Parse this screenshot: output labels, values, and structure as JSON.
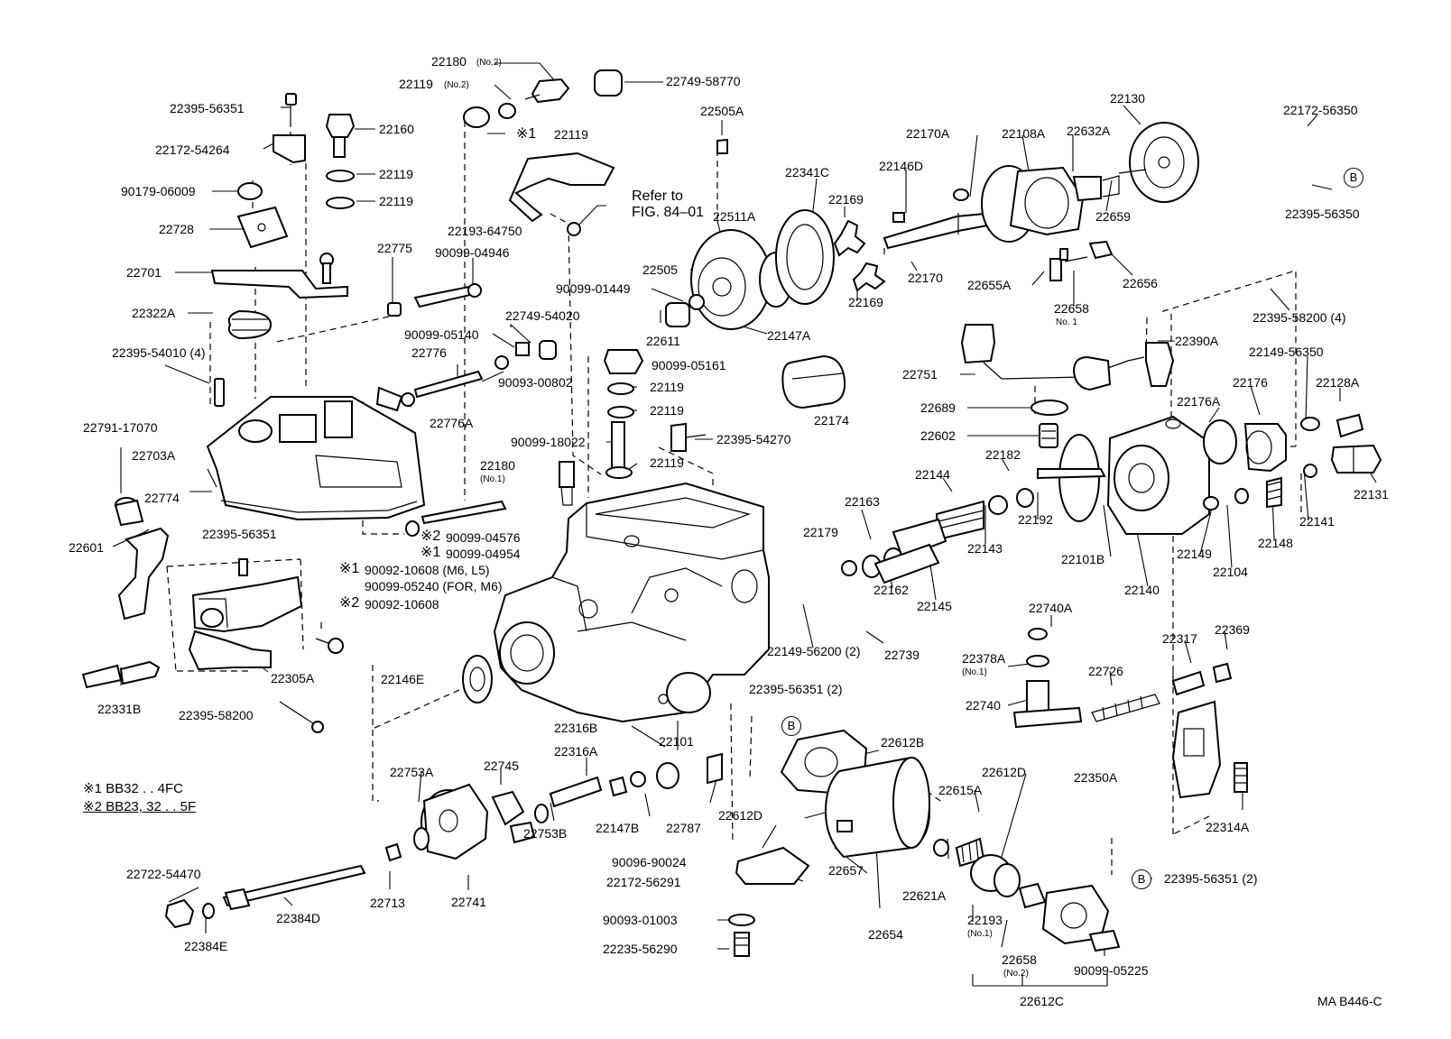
{
  "labels": {
    "l_22180_no2": "22180",
    "l_22119_no2": "22119",
    "l_22749_58770": "22749-58770",
    "l_22395_56351_a": "22395-56351",
    "l_22172_54264": "22172-54264",
    "l_22160": "22160",
    "l_22119_a": "22119",
    "l_22119_b": "22119",
    "l_ref1_22119": "22119",
    "l_90179_06009": "90179-06009",
    "l_22728": "22728",
    "l_22701": "22701",
    "l_22322a": "22322A",
    "l_22395_54010": "22395-54010 (4)",
    "l_22775": "22775",
    "l_90099_04946": "90099-04946",
    "l_22193_64750": "22193-64750",
    "l_22749_54020": "22749-54020",
    "l_90099_05140": "90099-05140",
    "l_22776": "22776",
    "l_22776a": "22776A",
    "l_90093_00802": "90093-00802",
    "l_22791_17070": "22791-17070",
    "l_22703a": "22703A",
    "l_22774": "22774",
    "l_22601": "22601",
    "l_22395_56351_b": "22395-56351",
    "l_90099_04576": "90099-04576",
    "l_90099_04954": "90099-04954",
    "l_90092_10608_m6": "90092-10608 (M6, L5)",
    "l_90099_05240": "90099-05240 (FOR, M6)",
    "l_90092_10608": "90092-10608",
    "l_22305a": "22305A",
    "l_22331b": "22331B",
    "l_22395_58200_a": "22395-58200",
    "l_22146e": "22146E",
    "l_22505a": "22505A",
    "l_22511a": "22511A",
    "l_22505": "22505",
    "l_90099_01449": "90099-01449",
    "l_22611": "22611",
    "l_22147a": "22147A",
    "l_22341c": "22341C",
    "l_22169_a": "22169",
    "l_22169_b": "22169",
    "l_22174": "22174",
    "l_90099_05161": "90099-05161",
    "l_22119_c": "22119",
    "l_22119_d": "22119",
    "l_90099_18022": "90099-18022",
    "l_22119_e": "22119",
    "l_22395_54270": "22395-54270",
    "l_22180_no1": "22180",
    "l_22170a": "22170A",
    "l_22146d": "22146D",
    "l_22108a": "22108A",
    "l_22632a": "22632A",
    "l_22130": "22130",
    "l_22659": "22659",
    "l_22170": "22170",
    "l_22655a": "22655A",
    "l_22658_no1": "22658",
    "l_22656": "22656",
    "l_22172_56350": "22172-56350",
    "l_22395_56350": "22395-56350",
    "l_22395_58200_4": "22395-58200 (4)",
    "l_22390a": "22390A",
    "l_22751": "22751",
    "l_22689": "22689",
    "l_22602": "22602",
    "l_22149_56350": "22149-56350",
    "l_22176": "22176",
    "l_22128a": "22128A",
    "l_22176a": "22176A",
    "l_22131": "22131",
    "l_22144": "22144",
    "l_22182": "22182",
    "l_22192": "22192",
    "l_22163": "22163",
    "l_22179": "22179",
    "l_22143": "22143",
    "l_22101b": "22101B",
    "l_22149": "22149",
    "l_22148": "22148",
    "l_22141": "22141",
    "l_22104": "22104",
    "l_22140": "22140",
    "l_22162": "22162",
    "l_22145": "22145",
    "l_22149_56200": "22149-56200 (2)",
    "l_22739": "22739",
    "l_22740a": "22740A",
    "l_22378a": "22378A",
    "l_22317": "22317",
    "l_22369": "22369",
    "l_22726": "22726",
    "l_22740": "22740",
    "l_22395_56351_2a": "22395-56351 (2)",
    "l_22612b": "22612B",
    "l_22101": "22101",
    "l_22316b": "22316B",
    "l_22316a": "22316A",
    "l_22745": "22745",
    "l_22753a": "22753A",
    "l_22350a": "22350A",
    "l_22314a": "22314A",
    "l_22612d_a": "22612D",
    "l_22615a": "22615A",
    "l_22612d_b": "22612D",
    "l_22787": "22787",
    "l_22147b": "22147B",
    "l_22753b": "22753B",
    "l_90096_90024": "90096-90024",
    "l_22172_56291": "22172-56291",
    "l_22657": "22657",
    "l_22621a": "22621A",
    "l_22395_56351_2b": "22395-56351 (2)",
    "l_22722_54470": "22722-54470",
    "l_22713": "22713",
    "l_22741": "22741",
    "l_22384d": "22384D",
    "l_22384e": "22384E",
    "l_90093_01003": "90093-01003",
    "l_22235_56290": "22235-56290",
    "l_22654": "22654",
    "l_22193_no1": "22193",
    "l_22658_no2": "22658",
    "l_90099_05225": "90099-05225",
    "l_22612c": "22612C"
  },
  "subscripts": {
    "s_no2_a": "(No.2)",
    "s_no2_b": "(No.2)",
    "s_no1_22180": "(No.1)",
    "s_no1_22658": "No. 1",
    "s_no1_22378a": "(No.1)",
    "s_no1_22193": "(No.1)",
    "s_no2_22658": "(No.2)"
  },
  "refs": {
    "ref_mark1_22119": "※1",
    "ref_mark2_04576": "※2",
    "ref_mark1_04954": "※1",
    "ref_mark1_10608": "※1",
    "ref_mark2_10608": "※2",
    "refer_line1": "Refer to",
    "refer_line2": "FIG. 84–01"
  },
  "badges": {
    "b_top_right": "B",
    "b_center": "B",
    "b_bottom_right": "B"
  },
  "notes": {
    "note1": "※1 BB32 . . 4FC",
    "note2": "※2 BB23, 32 . . 5F"
  },
  "figure_code": "MA B446-C"
}
